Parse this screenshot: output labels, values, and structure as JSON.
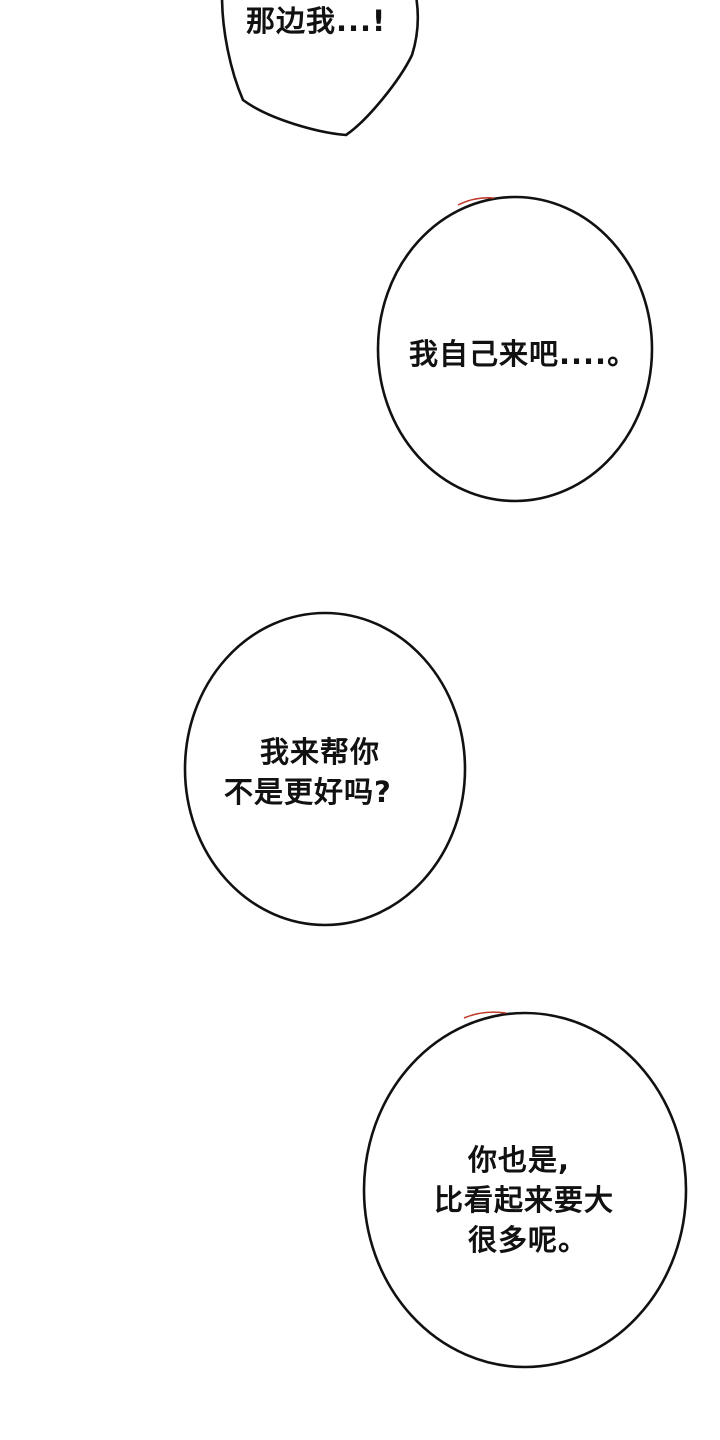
{
  "bubbles": [
    {
      "lines": [
        "那边我...!"
      ]
    },
    {
      "lines": [
        "我自己来吧....。"
      ]
    },
    {
      "lines": [
        "我来帮你",
        "不是更好吗?"
      ]
    },
    {
      "lines": [
        "你也是,",
        "比看起来要大",
        "很多呢。"
      ]
    }
  ],
  "colors": {
    "background": "#ffffff",
    "outline": "#111111",
    "text": "#111111",
    "accent_mark": "#c0392b"
  }
}
